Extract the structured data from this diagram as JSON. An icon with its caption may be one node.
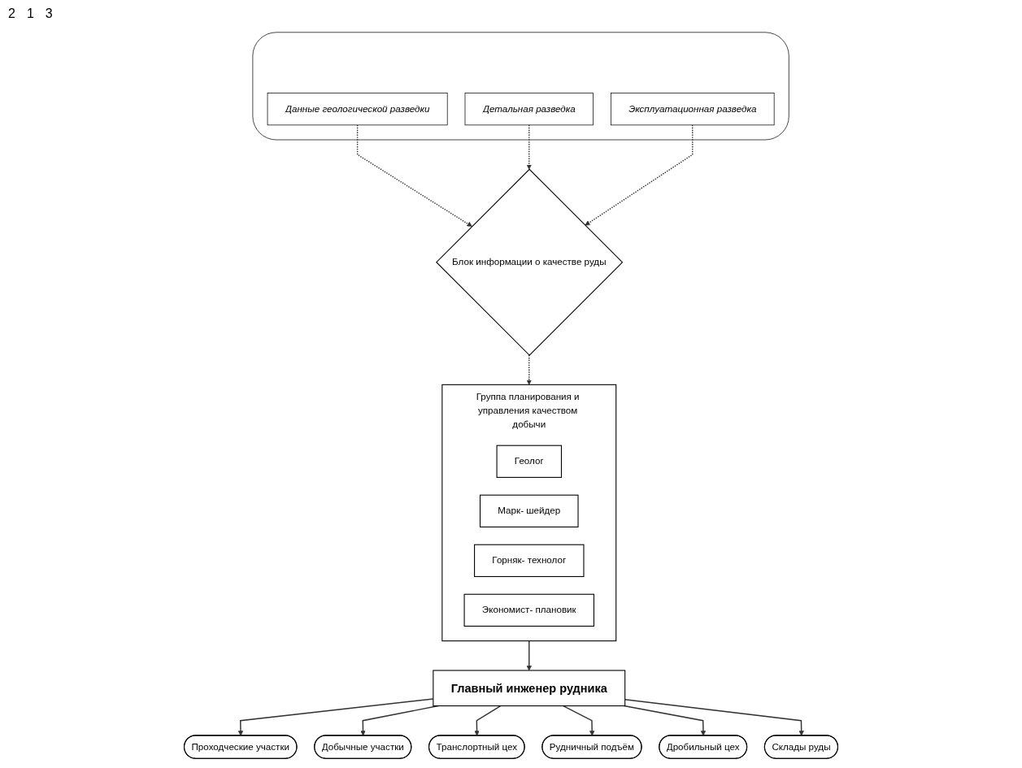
{
  "diagram": {
    "nodes": [
      {
        "text": [
          "Главный инженер рудника"
        ]
      },
      {
        "text": [
          "Группа планирования и управления качеством добычи"
        ]
      },
      {
        "text": [
          "Геолог"
        ],
        "in": 1
      },
      {
        "text": [
          "Марк- шейдер"
        ],
        "in": 1
      },
      {
        "text": [
          "Горняк- технолог"
        ],
        "in": 1
      },
      {
        "text": [
          "Экономист- плановик"
        ],
        "in": 1
      },
      {
        "text": [
          "Блок информации о качестве руды"
        ]
      },
      {
        "text": [
          "Проходческие участки"
        ]
      },
      {
        "text": [
          "Добычные участки"
        ]
      },
      {
        "text": [
          "Транслортный цех"
        ]
      },
      {
        "text": [
          "Рудничный подъём"
        ]
      },
      {
        "text": [
          "Дробильный цех"
        ]
      },
      {
        "text": [
          "Склады руды"
        ]
      },
      {
        "text": [],
        "shape": "band"
      },
      {
        "text": [
          "Данные геологической разведки"
        ],
        "in": 13
      },
      {
        "text": [
          "Детальная разведка"
        ],
        "in": 13
      },
      {
        "text": [
          "Эксплуатационная разведка"
        ],
        "in": 13
      }
    ],
    "edges": [
      {
        "from": 1,
        "to": 0,
        "arrow": "to"
      },
      {
        "from": 6,
        "to": 1,
        "arrow": "to",
        "style": "dashed"
      },
      {
        "from": 0,
        "to": 7,
        "arrow": "to"
      },
      {
        "from": 0,
        "to": 8,
        "arrow": "to"
      },
      {
        "from": 0,
        "to": 9,
        "arrow": "to"
      },
      {
        "from": 0,
        "to": 10,
        "arrow": "to"
      },
      {
        "from": 0,
        "to": 11,
        "arrow": "to"
      },
      {
        "from": 0,
        "to": 12,
        "arrow": "to"
      },
      {
        "from": 14,
        "to": 6,
        "arrow": "to",
        "style": "dashed"
      },
      {
        "from": 15,
        "to": 6,
        "arrow": "to",
        "style": "dashed"
      },
      {
        "from": 16,
        "to": 6,
        "arrow": "to",
        "style": "dashed"
      }
    ],
    "labels": [
      "2",
      "1",
      "3"
    ]
  }
}
